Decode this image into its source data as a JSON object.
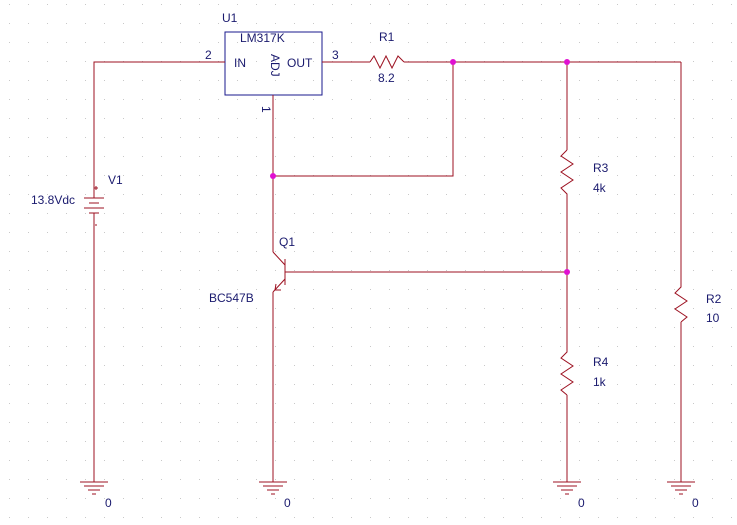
{
  "components": {
    "u1": {
      "ref": "U1",
      "part": "LM317K",
      "pin_in": "IN",
      "pin_out": "OUT",
      "pin_adj": "ADJ",
      "pin_num_in": "2",
      "pin_num_out": "3",
      "pin_num_adj": "1"
    },
    "r1": {
      "ref": "R1",
      "value": "8.2"
    },
    "r2": {
      "ref": "R2",
      "value": "10"
    },
    "r3": {
      "ref": "R3",
      "value": "4k"
    },
    "r4": {
      "ref": "R4",
      "value": "1k"
    },
    "v1": {
      "ref": "V1",
      "value": "13.8Vdc"
    },
    "q1": {
      "ref": "Q1",
      "part": "BC547B"
    }
  },
  "ground_label": "0",
  "colors": {
    "wire": "#9c1020",
    "text": "#1a1a6e",
    "ic_outline": "#1a1a8c",
    "junction": "#e010d0",
    "grid": "#c8c8c8"
  }
}
